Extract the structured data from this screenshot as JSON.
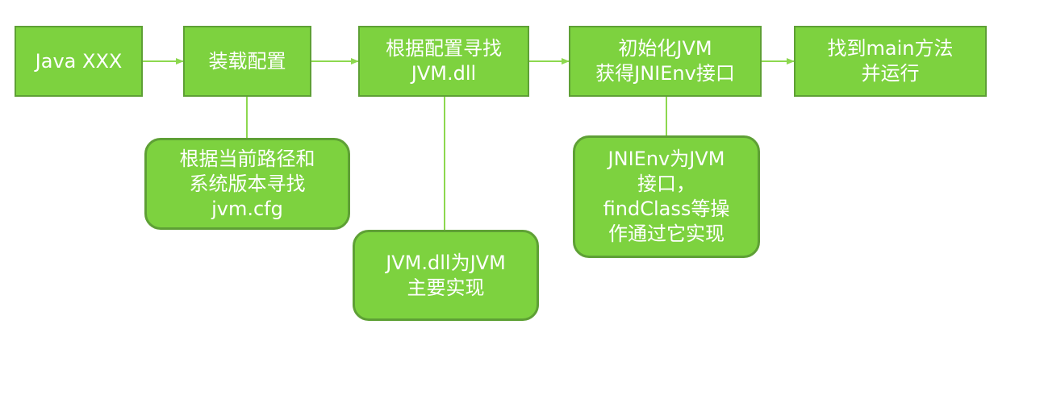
{
  "colors": {
    "box_fill": "#7dd23f",
    "box_border": "#5ea035",
    "text": "#ffffff",
    "connector": "#8dd84f"
  },
  "steps": [
    {
      "id": "java-cmd",
      "text": "Java XXX"
    },
    {
      "id": "load-config",
      "text": "装载配置"
    },
    {
      "id": "find-jvm-dll",
      "text": "根据配置寻找\nJVM.dll"
    },
    {
      "id": "init-jvm",
      "text": "初始化JVM\n获得JNIEnv接口"
    },
    {
      "id": "find-main",
      "text": "找到main方法\n并运行"
    }
  ],
  "notes": [
    {
      "id": "note-config",
      "text": "根据当前路径和\n系统版本寻找\njvm.cfg"
    },
    {
      "id": "note-dll",
      "text": "JVM.dll为JVM\n主要实现"
    },
    {
      "id": "note-jnienv",
      "text": "JNIEnv为JVM\n接口，\nfindClass等操\n作通过它实现"
    }
  ]
}
